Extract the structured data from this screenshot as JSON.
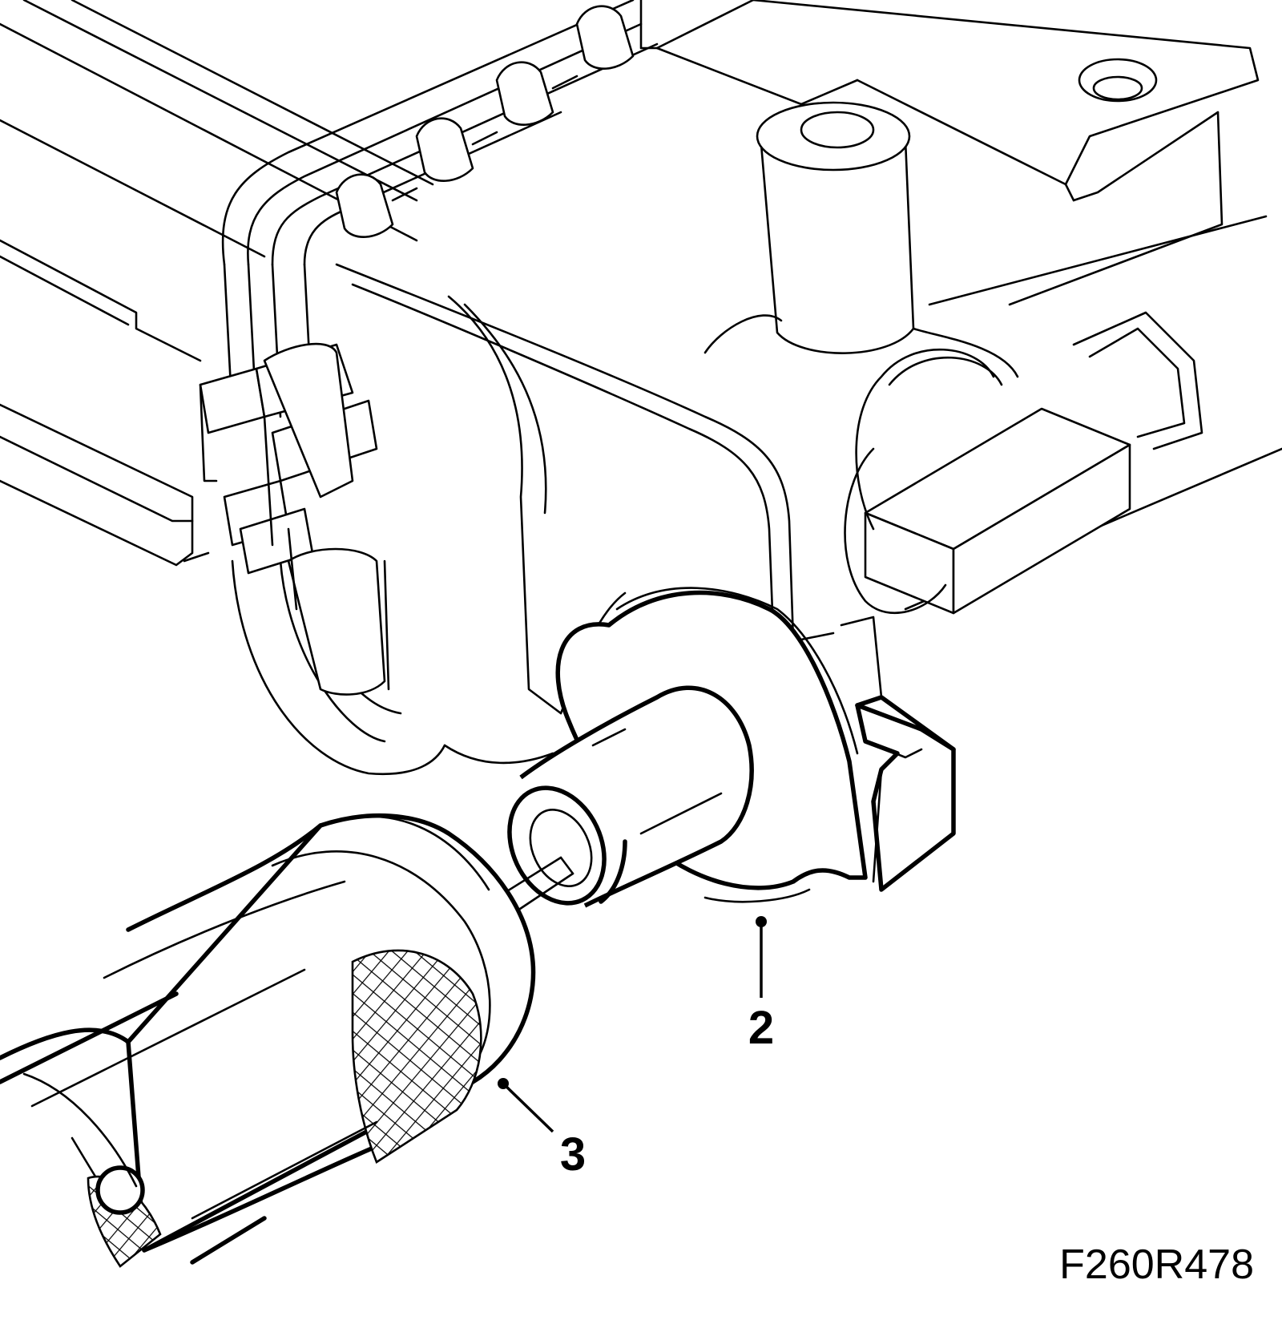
{
  "callouts": [
    {
      "label": "2"
    },
    {
      "label": "3"
    }
  ],
  "figure_code": "F260R478",
  "colors": {
    "line": "#000000",
    "background": "#ffffff"
  }
}
